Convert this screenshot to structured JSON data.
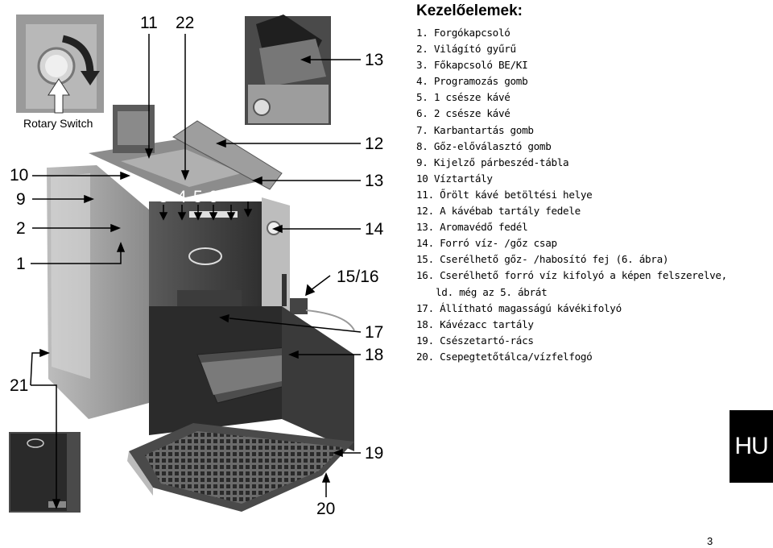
{
  "legend": {
    "title": "Kezelőelemek:",
    "items": [
      "1. Forgókapcsoló",
      "2. Világító gyűrű",
      "3. Főkapcsoló BE/KI",
      "4. Programozás gomb",
      "5. 1 csésze kávé",
      "6. 2 csésze kávé",
      "7. Karbantartás gomb",
      "8. Gőz-előválasztó gomb",
      "9. Kijelző párbeszéd-tábla",
      "10 Víztartály",
      "11. Őrölt kávé betöltési helye",
      "12. A kávébab tartály fedele",
      "13. Aromavédő fedél",
      "14. Forró víz- /gőz csap",
      "15. Cserélhető gőz- /habosító fej (6. ábra)",
      "16. Cserélhető forró víz kifolyó a képen felszerelve,",
      "ld. még az 5. ábrát",
      "17. Állítható magasságú kávékifolyó",
      "18. Kávézacc tartály",
      "19. Csészetartó-rács",
      "20. Csepegtetőtálca/vízfelfogó"
    ]
  },
  "callouts": {
    "rotary_switch": "Rotary Switch",
    "n10": "10",
    "n9": "9",
    "n2": "2",
    "n1": "1",
    "n21": "21",
    "n11": "11",
    "n22": "22",
    "n3": "3",
    "n4": "4",
    "n5": "5",
    "n6": "6",
    "n7": "7",
    "n8": "8",
    "n13a": "13",
    "n12": "12",
    "n13b": "13",
    "n14": "14",
    "n15_16": "15/16",
    "n17": "17",
    "n18": "18",
    "n19": "19",
    "n20": "20"
  },
  "language_tab": "HU",
  "page_number": "3"
}
